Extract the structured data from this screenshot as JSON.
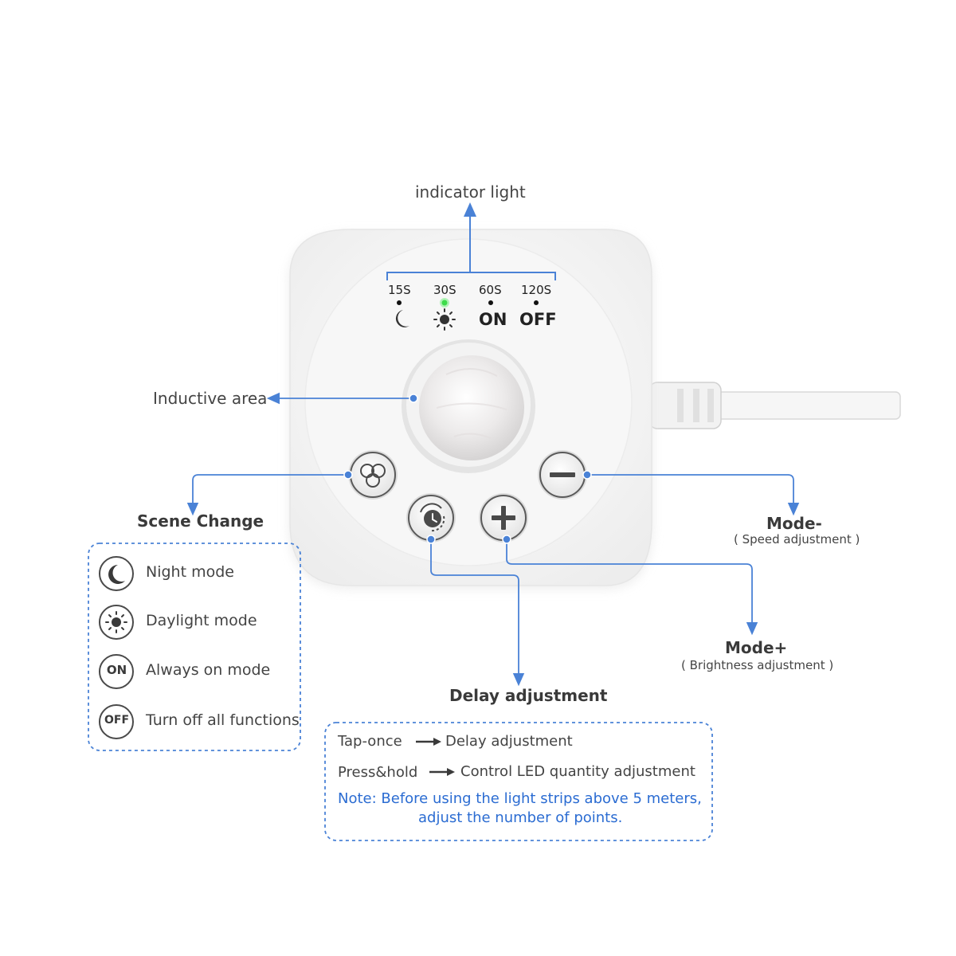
{
  "indicator": {
    "title": "indicator light",
    "timers": [
      "15S",
      "30S",
      "60S",
      "120S"
    ],
    "modes": [
      "ON",
      "OFF"
    ]
  },
  "inductive_area": {
    "label": "Inductive area"
  },
  "scene_change": {
    "title": "Scene Change",
    "items": [
      {
        "icon": "moon-icon",
        "label": "Night mode"
      },
      {
        "icon": "sun-icon",
        "label": "Daylight mode"
      },
      {
        "icon": "on-icon",
        "badge": "ON",
        "label": "Always on mode"
      },
      {
        "icon": "off-icon",
        "badge": "OFF",
        "label": "Turn off all functions"
      }
    ]
  },
  "mode_minus": {
    "title": "Mode-",
    "subtitle": "( Speed adjustment )"
  },
  "mode_plus": {
    "title": "Mode+",
    "subtitle": "( Brightness adjustment )"
  },
  "delay": {
    "title": "Delay adjustment",
    "tap": {
      "action": "Tap-once",
      "result": "Delay adjustment"
    },
    "hold": {
      "action": "Press&hold",
      "result": "Control LED quantity adjustment"
    },
    "note_line1": "Note: Before using the light strips above 5 meters,",
    "note_line2": "adjust the number of points."
  },
  "colors": {
    "accent": "#4a82d6",
    "indicator_active": "#3ddc4a",
    "device_body": "#f4f4f4",
    "icon_dark": "#4a4a4a"
  }
}
